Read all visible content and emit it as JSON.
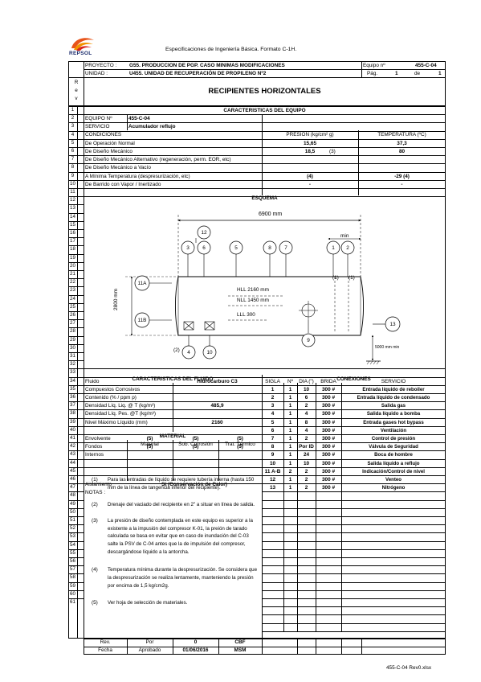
{
  "header": {
    "brand": "REPSOL",
    "doc_title": "Especificaciones de Ingeniería Básica. Formato C-1H.",
    "proyecto_label": "PROYECTO :",
    "proyecto_value": "G55. PRODUCCION DE PGP. CASO MINIMAS MODIFICACIONES",
    "unidad_label": "UNIDAD :",
    "unidad_value": "U455. UNIDAD DE RECUPERACIÓN DE PROPILENO Nº2",
    "equipo_label": "Equipo nº",
    "equipo_value": "455-C-04",
    "pag_label": "Pág.",
    "pag_value": "1",
    "de_label": "de",
    "de_value": "1",
    "rev_letters": [
      "R",
      "e",
      "v"
    ],
    "main_title": "RECIPIENTES HORIZONTALES"
  },
  "equipo": {
    "section_title": "CARACTERISTICAS DEL EQUIPO",
    "equipo_no_label": "EQUIPO Nº",
    "equipo_no": "455-C-04",
    "servicio_label": "SERVICIO",
    "servicio": "Acumulador reflujo",
    "condiciones_label": "CONDICIONES",
    "presion_header": "PRESIÓN (kg/cm² g)",
    "temp_header": "TEMPERATURA (ºC)",
    "rows": [
      {
        "label": "De Operación Normal",
        "presion": "15,65",
        "note": "",
        "temp": "37,3"
      },
      {
        "label": "De Diseño Mecánico",
        "presion": "18,5",
        "note": "(3)",
        "temp": "80"
      },
      {
        "label": "De Diseño Mecánico Alternativo (regeneración, perm. EOR, etc)",
        "presion": "",
        "note": "",
        "temp": ""
      },
      {
        "label": "De Diseño Mecánico a Vacío",
        "presion": "",
        "note": "",
        "temp": ""
      },
      {
        "label": "A Mínima Temperatura (despresurización, etc)",
        "presion": "(4)",
        "note": "",
        "temp": "-29 (4)"
      },
      {
        "label": "De Barrido con Vapor / Inertizado",
        "presion": "-",
        "note": "",
        "temp": "-"
      }
    ],
    "esquema_title": "ESQUEMA"
  },
  "esquema": {
    "length_label": "6900 mm",
    "min_label": "min",
    "diameter_label": "2800 mm",
    "hll_label": "HLL 2160 mm",
    "nll_label": "NLL 1450 mm",
    "lll_label": "LLL 300",
    "elev_label": "5000 mm min",
    "note_2": "(2)",
    "note_1a": "(1)",
    "note_1b": "(1)",
    "nozzles_top": [
      "12",
      "3",
      "6",
      "5",
      "8",
      "7",
      "1",
      "2"
    ],
    "nozzles_side": [
      "11A",
      "11B",
      "13"
    ],
    "nozzles_bottom": [
      "4",
      "10",
      "9"
    ]
  },
  "fluido": {
    "section_title": "CARACTERISTICAS DEL FLUIDO",
    "rows": [
      {
        "label": "Fluido",
        "value": "Hidrocarburo C3"
      },
      {
        "label": "Compuestos Corrosivos",
        "value": ""
      },
      {
        "label": "Contenido (% / ppm p)",
        "value": ""
      },
      {
        "label": "Densidad Líq. Liq. @ T (kg/m³)",
        "value": "485,9"
      },
      {
        "label": "Densidad Líq. Pes. @T (kg/m³)",
        "value": ""
      },
      {
        "label": "Nivel Máximo Líquido (mm)",
        "value": "2160"
      }
    ],
    "material_title": "MATERIAL",
    "material_headers": [
      "Material",
      "Sob. Corrosión",
      "Trat. Térmico"
    ],
    "material_rows": [
      {
        "label": "Envolvente",
        "material": "(5)",
        "sob": "(5)",
        "trat": "(5)"
      },
      {
        "label": "Fondos",
        "material": "(5)",
        "sob": "(5)",
        "trat": "(5)"
      },
      {
        "label": "Internos",
        "material": "",
        "sob": "",
        "trat": ""
      }
    ],
    "aislamiento_label": "Aislamiento",
    "aislamiento_value": "Sí (Conservación de Calor)"
  },
  "conexiones": {
    "section_title": "CONEXIONES",
    "headers": [
      "SIGLA",
      "Nº",
      "DIA (\")",
      "BRIDA",
      "SERVICIO"
    ],
    "rows": [
      [
        "1",
        "1",
        "10",
        "300 #",
        "Entrada líquido de reboiler"
      ],
      [
        "2",
        "1",
        "6",
        "300 #",
        "Entrada líquido de condensado"
      ],
      [
        "3",
        "1",
        "2",
        "300 #",
        "Salida gas"
      ],
      [
        "4",
        "1",
        "4",
        "300 #",
        "Salida líquido a bomba"
      ],
      [
        "5",
        "1",
        "8",
        "300 #",
        "Entrada gases hot bypass"
      ],
      [
        "6",
        "1",
        "4",
        "300 #",
        "Ventilación"
      ],
      [
        "7",
        "1",
        "2",
        "300 #",
        "Control de presión"
      ],
      [
        "8",
        "1",
        "Por ID",
        "300 #",
        "Válvula de Seguridad"
      ],
      [
        "9",
        "1",
        "24",
        "300 #",
        "Boca de hombre"
      ],
      [
        "10",
        "1",
        "10",
        "300 #",
        "Salida líquido a reflujo"
      ],
      [
        "11 A-B",
        "2",
        "2",
        "300 #",
        "Indicación/Control de nivel"
      ],
      [
        "12",
        "1",
        "2",
        "300 #",
        "Venteo"
      ],
      [
        "13",
        "1",
        "2",
        "300 #",
        "Nitrógeno"
      ]
    ]
  },
  "notas": {
    "title": "NOTAS :",
    "items": [
      {
        "num": "(1)",
        "text": "Para las entradas de líquido se requiere tubería interna (hasta 150 mm de la línea de tangencia inferior del recipiente)."
      },
      {
        "num": "(2)",
        "text": "Drenaje del vaciado del recipiente en 2\" a situar en línea de salida."
      },
      {
        "num": "(3)",
        "text": "La presión de diseño contemplada en este equipo es superior a la existente a la impusión del compresor K-01, la preión de tarado calculada se basa en evitar que en caso de inundación del C-03 salte la PSV de C-04 antes que la de impulsión del compresor, descargándose líquido a la antorcha."
      },
      {
        "num": "(4)",
        "text": "Temperatura mínima durante la despresurización. Se considera que la despresurización se realiza lentamente, manteniendo la presión por encima de 1,5 kg/cm2g."
      },
      {
        "num": "(5)",
        "text": "Ver hoja de selección de materiales."
      }
    ]
  },
  "footer": {
    "rev_label": "Rev.",
    "por_label": "Por",
    "rev_value": "0",
    "cbf": "CBF",
    "fecha_label": "Fecha",
    "aprobado_label": "Aprobado",
    "fecha_value": "01/06/2016",
    "msm": "MSM",
    "file_name": "455-C-04 Rev0.xlsx"
  },
  "row_numbers": [
    "1",
    "2",
    "3",
    "4",
    "5",
    "6",
    "7",
    "8",
    "9",
    "10",
    "11",
    "12",
    "13",
    "14",
    "15",
    "16",
    "17",
    "18",
    "19",
    "20",
    "21",
    "22",
    "23",
    "24",
    "25",
    "26",
    "27",
    "28",
    "29",
    "30",
    "31",
    "32",
    "33",
    "34",
    "35",
    "36",
    "37",
    "38",
    "39",
    "40",
    "41",
    "42",
    "43",
    "44",
    "45",
    "46",
    "47",
    "48",
    "49",
    "50",
    "51",
    "52",
    "53",
    "54",
    "55",
    "56",
    "57",
    "58",
    "59",
    "60",
    "61"
  ]
}
